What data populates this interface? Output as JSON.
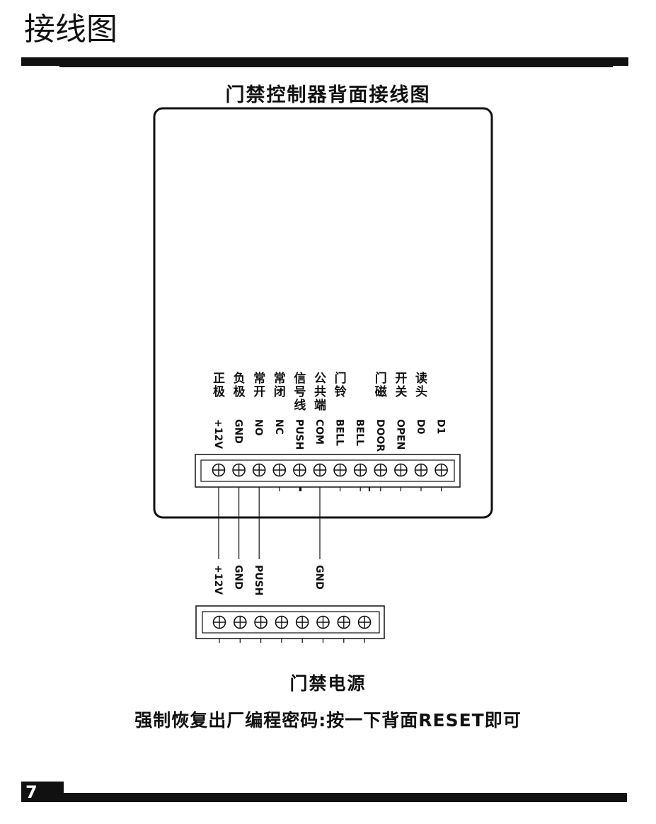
{
  "header": {
    "title": "接线图"
  },
  "diagram": {
    "title": "门禁控制器背面接线图",
    "controller_terminals": [
      {
        "cn": [
          "正",
          "极"
        ],
        "en": "+12V"
      },
      {
        "cn": [
          "负",
          "极"
        ],
        "en": "GND"
      },
      {
        "cn": [
          "常",
          "开"
        ],
        "en": "NO"
      },
      {
        "cn": [
          "常",
          "闭"
        ],
        "en": "NC"
      },
      {
        "cn": [
          "信",
          "号",
          "线"
        ],
        "en": "PUSH"
      },
      {
        "cn": [
          "公",
          "共",
          "端"
        ],
        "en": "COM"
      },
      {
        "cn": [
          "门",
          "铃"
        ],
        "en": "BELL"
      },
      {
        "cn": [],
        "en": "BELL"
      },
      {
        "cn": [
          "门",
          "磁"
        ],
        "en": "DOOR"
      },
      {
        "cn": [
          "开",
          "关"
        ],
        "en": "OPEN"
      },
      {
        "cn": [
          "读",
          "头"
        ],
        "en": "D0"
      },
      {
        "cn": [],
        "en": "D1"
      }
    ],
    "power_terminal_labels": [
      "+12V",
      "GND",
      "PUSH",
      "GND"
    ],
    "power_terminal_count": 8,
    "power_caption": "门禁电源",
    "reset_note": "强制恢复出厂编程密码:按一下背面RESET即可"
  },
  "footer": {
    "page_number": "7"
  }
}
